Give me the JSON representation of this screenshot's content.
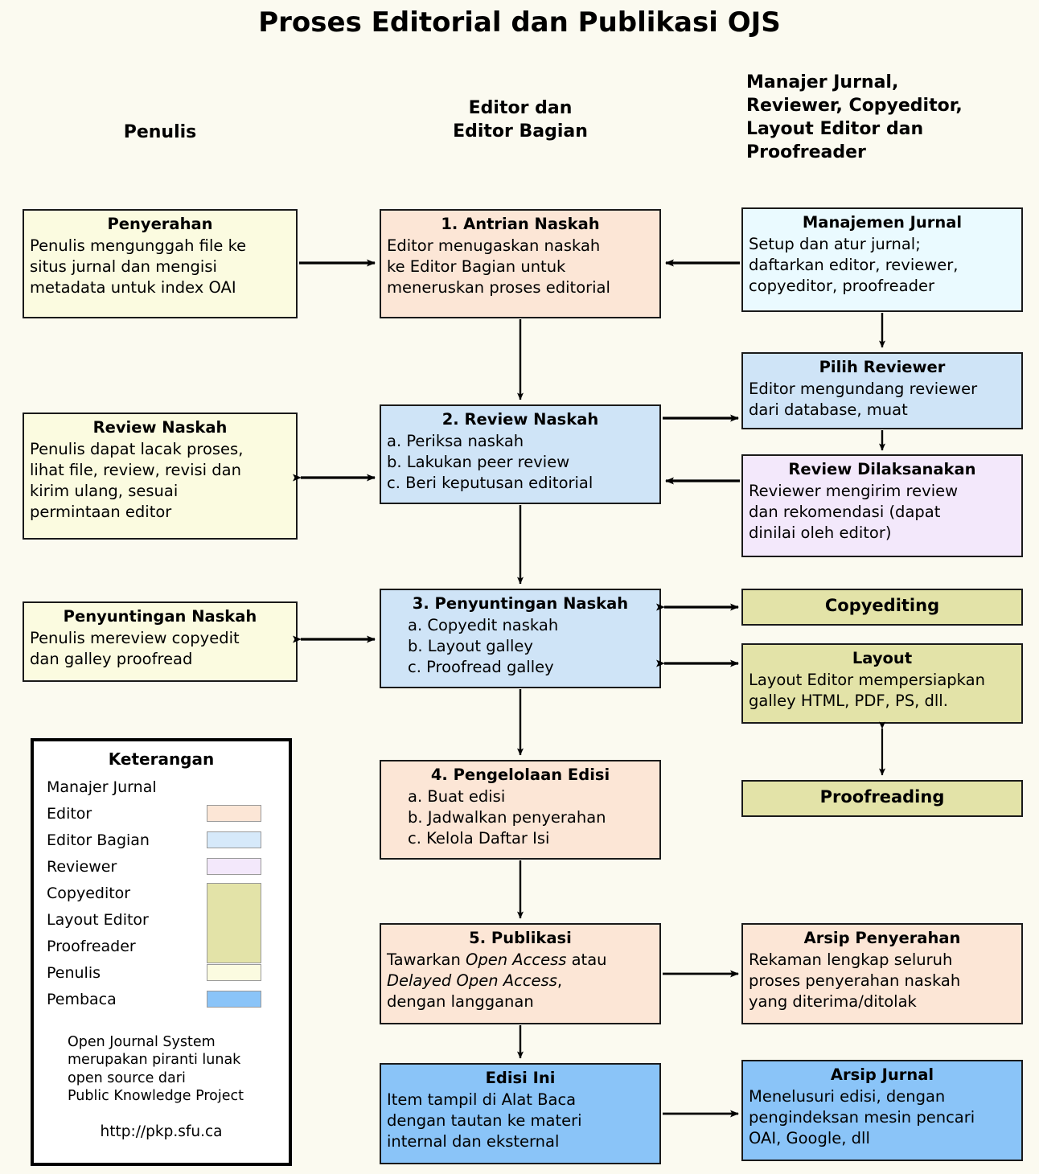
{
  "title": "Proses Editorial dan Publikasi OJS",
  "colors": {
    "background": "#fbfaf0",
    "author": "#fbfbe0",
    "editor": "#fce6d6",
    "section_editor": "#cfe4f7",
    "journal_manager": "#eafaff",
    "reviewer": "#f3e8fb",
    "copyeditor": "#e3e3a8",
    "reader": "#8ac4f8",
    "border": "#1a1a1a"
  },
  "columns": {
    "left": "Penulis",
    "center_line1": "Editor dan",
    "center_line2": "Editor Bagian",
    "right_line1": "Manajer Jurnal,",
    "right_line2": "Reviewer, Copyeditor,",
    "right_line3": "Layout Editor dan",
    "right_line4": "Proofreader"
  },
  "boxes": {
    "penyerahan": {
      "title": "Penyerahan",
      "line1": "Penulis mengunggah file ke",
      "line2": "situs jurnal dan mengisi",
      "line3": "metadata untuk index OAI"
    },
    "antrian": {
      "title": "1. Antrian Naskah",
      "line1": "Editor menugaskan naskah",
      "line2": "ke Editor Bagian untuk",
      "line3": "meneruskan proses editorial"
    },
    "manajemen": {
      "title": "Manajemen Jurnal",
      "line1": "Setup dan atur jurnal;",
      "line2": "daftarkan editor, reviewer,",
      "line3": "copyeditor, proofreader"
    },
    "review_naskah_author": {
      "title": "Review Naskah",
      "line1": "Penulis dapat lacak proses,",
      "line2": "lihat file, review, revisi dan",
      "line3": "kirim ulang, sesuai",
      "line4": "permintaan editor"
    },
    "review_naskah": {
      "title": "2. Review Naskah",
      "line1": "a. Periksa naskah",
      "line2": "b. Lakukan peer review",
      "line3": "c. Beri keputusan editorial"
    },
    "pilih_reviewer": {
      "title": "Pilih Reviewer",
      "line1": "Editor mengundang reviewer",
      "line2": "dari database, muat"
    },
    "review_dilaksanakan": {
      "title": "Review Dilaksanakan",
      "line1": "Reviewer mengirim review",
      "line2": "dan rekomendasi (dapat",
      "line3": "dinilai oleh editor)"
    },
    "penyuntingan_author": {
      "title": "Penyuntingan Naskah",
      "line1": "Penulis mereview copyedit",
      "line2": "dan galley proofread"
    },
    "penyuntingan": {
      "title": "3. Penyuntingan Naskah",
      "line1": "a. Copyedit naskah",
      "line2": "b. Layout galley",
      "line3": "c. Proofread galley"
    },
    "copyediting": {
      "title": "Copyediting"
    },
    "layout": {
      "title": "Layout",
      "line1": "Layout Editor mempersiapkan",
      "line2": "galley HTML, PDF, PS, dll."
    },
    "proofreading": {
      "title": "Proofreading"
    },
    "pengelolaan": {
      "title": "4. Pengelolaan Edisi",
      "line1": "a. Buat edisi",
      "line2": "b. Jadwalkan penyerahan",
      "line3": "c. Kelola Daftar Isi"
    },
    "publikasi": {
      "title": "5. Publikasi",
      "line1_a": "Tawarkan ",
      "line1_i": "Open Access",
      "line1_b": " atau",
      "line2_i": "Delayed Open Access",
      "line2_b": ",",
      "line3": "dengan langganan"
    },
    "arsip_penyerahan": {
      "title": "Arsip Penyerahan",
      "line1": "Rekaman lengkap seluruh",
      "line2": "proses penyerahan naskah",
      "line3": "yang diterima/ditolak"
    },
    "edisi_ini": {
      "title": "Edisi Ini",
      "line1": "Item tampil di Alat Baca",
      "line2": "dengan tautan ke materi",
      "line3": "internal dan eksternal"
    },
    "arsip_jurnal": {
      "title": "Arsip Jurnal",
      "line1": "Menelusuri edisi, dengan",
      "line2": "pengindeksan mesin pencari",
      "line3": "OAI, Google, dll"
    }
  },
  "legend": {
    "title": "Keterangan",
    "rows": [
      {
        "label": "Manajer Jurnal",
        "swatch": null
      },
      {
        "label": "Editor",
        "swatch": "#fce6d6"
      },
      {
        "label": "Editor Bagian",
        "swatch": "#d6e9fa"
      },
      {
        "label": "Reviewer",
        "swatch": "#f3e8fb"
      },
      {
        "label": "Copyeditor",
        "swatch": "#e3e3a8"
      },
      {
        "label": "Layout Editor",
        "swatch": "#e3e3a8"
      },
      {
        "label": "Proofreader",
        "swatch": "#e3e3a8"
      },
      {
        "label": "Penulis",
        "swatch": "#fbfbe0"
      },
      {
        "label": "Pembaca",
        "swatch": "#8ac4f8"
      }
    ],
    "note_line1": "Open Journal System",
    "note_line2": "merupakan piranti lunak",
    "note_line3": "open source dari",
    "note_line4": "Public Knowledge Project",
    "url": "http://pkp.sfu.ca"
  }
}
